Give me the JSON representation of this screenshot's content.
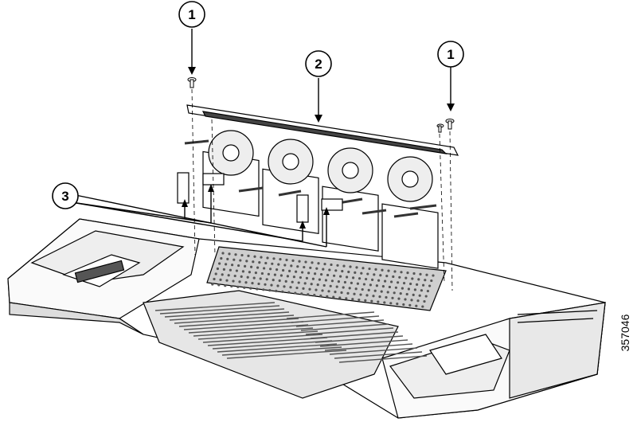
{
  "callouts": [
    {
      "id": "callout-1-left",
      "label": "1"
    },
    {
      "id": "callout-2",
      "label": "2"
    },
    {
      "id": "callout-1-right",
      "label": "1"
    },
    {
      "id": "callout-3",
      "label": "3"
    }
  ],
  "figure_id": "357046",
  "colors": {
    "line": "#000000",
    "fill": "#ffffff",
    "shade": "#d9d9d9",
    "dark": "#555555"
  }
}
